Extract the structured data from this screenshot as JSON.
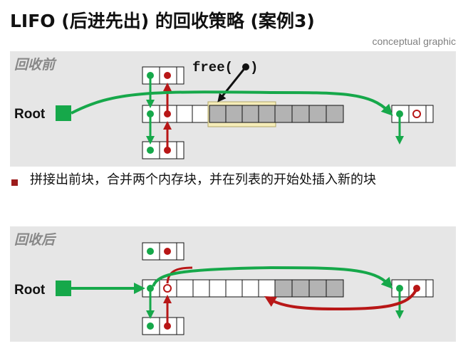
{
  "title": "LIFO (后进先出) 的回收策略 (案例3)",
  "subtitle": "conceptual graphic",
  "panel_before": {
    "label": "回收前",
    "root_label": "Root",
    "free_call": "free(",
    "free_call_end": ")"
  },
  "bullet": {
    "text": "拼接出前块，合并两个内存块，并在列表的开始处插入新的块"
  },
  "panel_after": {
    "label": "回收后",
    "root_label": "Root"
  },
  "colors": {
    "green": "#16a84a",
    "red": "#b81717",
    "block": "#b3b3b3",
    "highlight": "#f5ecb8",
    "panel": "#e6e6e6"
  }
}
